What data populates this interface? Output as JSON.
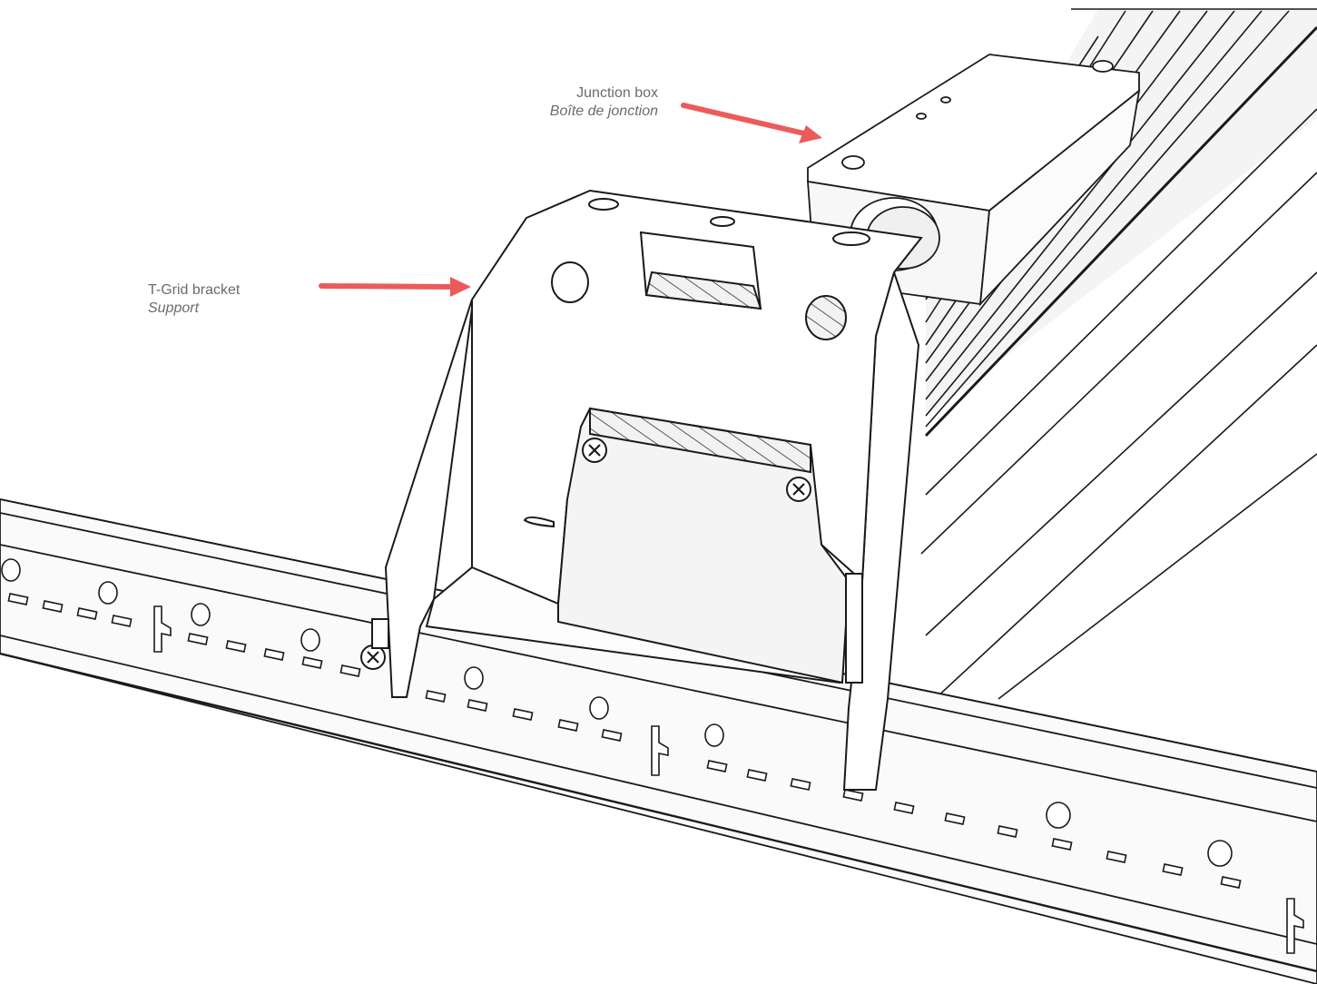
{
  "labels": {
    "junction_box": {
      "en": "Junction box",
      "fr": "Boîte de jonction"
    },
    "t_grid_bracket": {
      "en": "T-Grid bracket",
      "fr": "Support"
    }
  },
  "colors": {
    "arrow": "#ec5b5b",
    "line": "#1a1a1a",
    "label_text": "#6b6b6b",
    "shade": "#e9e9e9"
  }
}
